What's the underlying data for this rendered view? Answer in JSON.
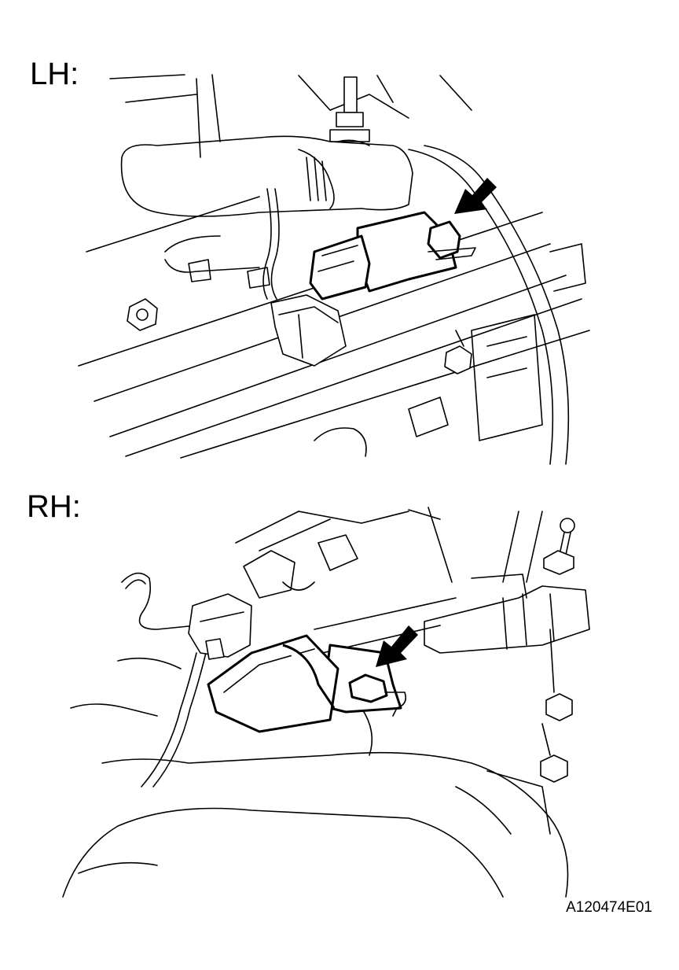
{
  "views": {
    "lh": {
      "label": "LH:"
    },
    "rh": {
      "label": "RH:"
    }
  },
  "figure_id": "A120474E01",
  "colors": {
    "line": "#000000",
    "background": "#ffffff"
  }
}
